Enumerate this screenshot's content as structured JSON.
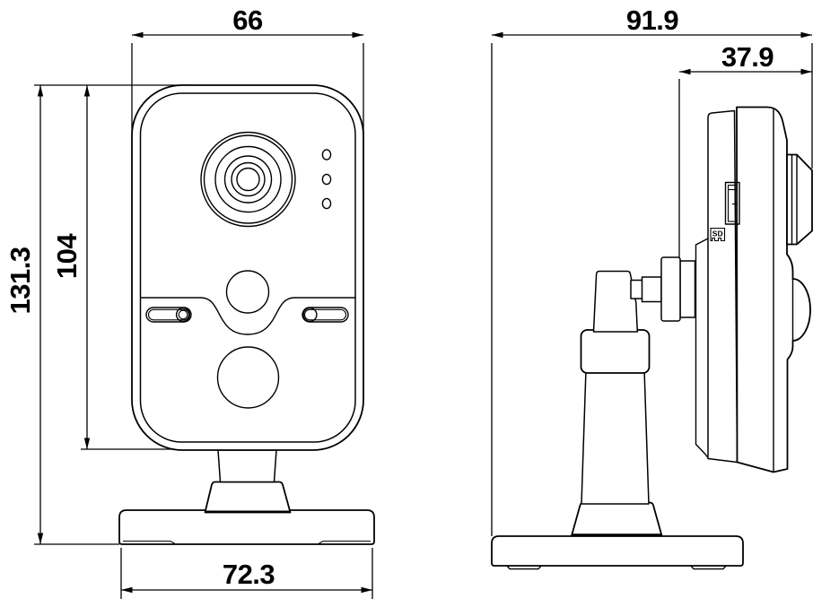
{
  "drawing": {
    "background": "#ffffff",
    "ink": "#000000",
    "front_view": {
      "dims": {
        "top_width": "66",
        "body_height": "104",
        "total_height": "131.3",
        "base_width": "72.3"
      }
    },
    "side_view": {
      "dims": {
        "total_depth": "91.9",
        "body_depth": "37.9"
      },
      "sd_label": "SD"
    }
  }
}
